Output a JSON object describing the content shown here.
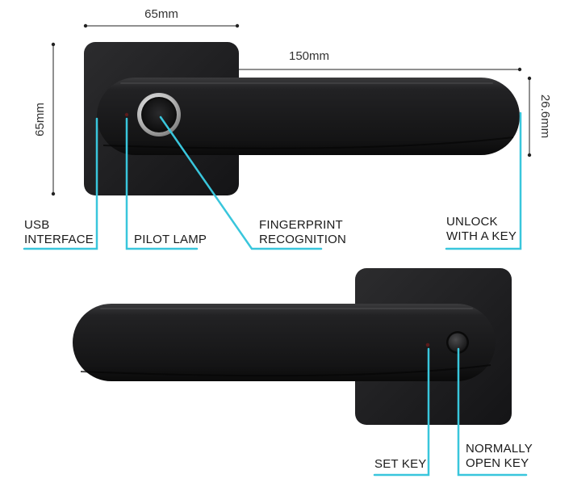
{
  "dimensions": {
    "rose_width": "65mm",
    "rose_height": "65mm",
    "lever_length": "150mm",
    "lever_height": "26.6mm"
  },
  "labels": {
    "usb_line1": "USB",
    "usb_line2": "INTERFACE",
    "pilot_lamp": "PILOT LAMP",
    "fingerprint_line1": "FINGERPRINT",
    "fingerprint_line2": "RECOGNITION",
    "unlock_line1": "UNLOCK",
    "unlock_line2": "WITH A KEY",
    "set_key": "SET KEY",
    "normally_line1": "NORMALLY",
    "normally_line2": "OPEN KEY"
  },
  "colors": {
    "leader_line": "#39c6dc",
    "product_body": "#1c1c1e",
    "dimension_line": "#222222"
  }
}
